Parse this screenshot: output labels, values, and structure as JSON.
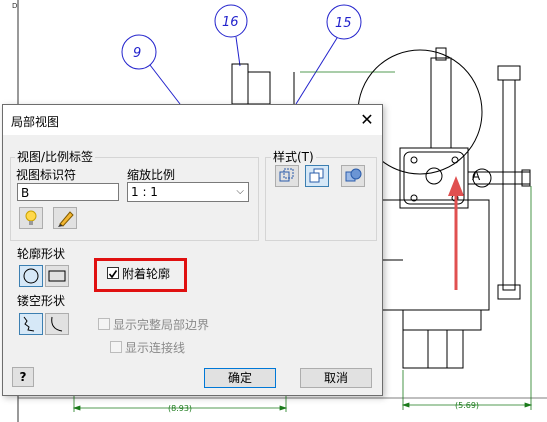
{
  "drawing": {
    "sheet_letter": "D",
    "balloons": [
      {
        "label": "9"
      },
      {
        "label": "16"
      },
      {
        "label": "15"
      }
    ],
    "dimension_left": "(8.93)",
    "dimension_right": "(5.69)",
    "detail_label": "A",
    "colors": {
      "balloon": "#2222cc",
      "dimension": "#1a7a1a",
      "arrow": "#e05050",
      "outline": "#000000"
    }
  },
  "dialog": {
    "title": "局部视图",
    "close_icon": "close-icon",
    "view_label_group": {
      "legend": "视图/比例标签",
      "identifier_label": "视图标识符",
      "identifier_value": "B",
      "scale_label": "缩放比例",
      "scale_value": "1 : 1",
      "lightbulb_icon": "lightbulb-icon",
      "pencil_icon": "pencil-icon"
    },
    "style_group": {
      "legend": "样式(T)",
      "icons": [
        "style-hidden-line-icon",
        "style-hidden-line-removed-icon",
        "style-shaded-icon"
      ]
    },
    "outline_shape": {
      "label": "轮廓形状",
      "icons": [
        "circle-shape-icon",
        "rectangle-shape-icon"
      ]
    },
    "cutout_shape": {
      "label": "镂空形状",
      "icons": [
        "jagged-cutout-icon",
        "smooth-cutout-icon"
      ]
    },
    "attach_outline": {
      "label": "附着轮廓",
      "checked": true
    },
    "show_full_boundary": {
      "label": "显示完整局部边界",
      "checked": false,
      "disabled": true
    },
    "show_connection_line": {
      "label": "显示连接线",
      "checked": false,
      "disabled": true
    },
    "help_icon": "help-icon",
    "ok_label": "确定",
    "cancel_label": "取消"
  }
}
